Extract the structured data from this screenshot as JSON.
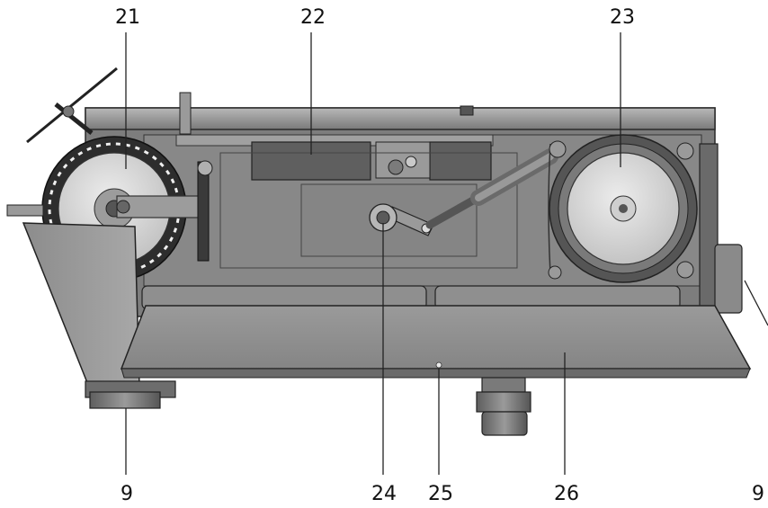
{
  "callouts": {
    "c21": "21",
    "c22": "22",
    "c23": "23",
    "c24": "24",
    "c25": "25",
    "c26": "26",
    "c9_left": "9",
    "c9_right": "9"
  },
  "colors": {
    "housing_dark": "#6f6f6f",
    "housing_mid": "#8a8a8a",
    "housing_light": "#a9a9a9",
    "wheel_face": "#d7d7d7",
    "tray": "#8f8f8f",
    "outline": "#2a2a2a"
  }
}
